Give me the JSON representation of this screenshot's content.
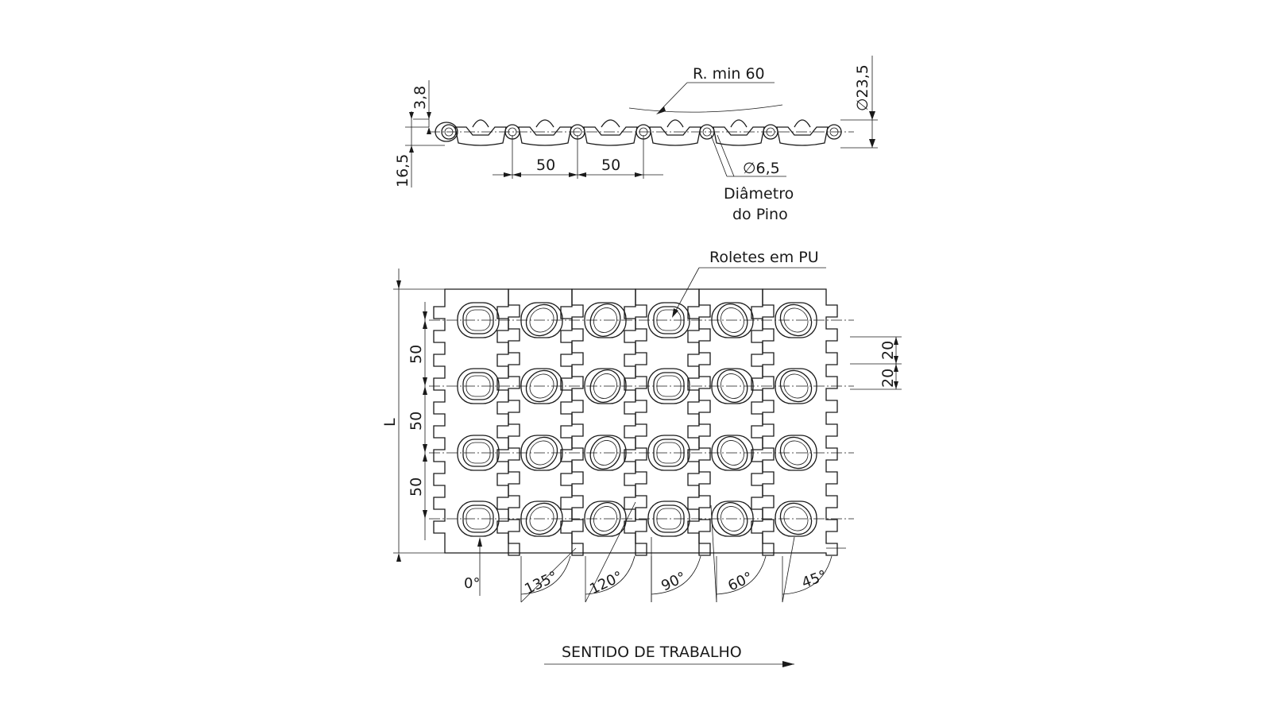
{
  "side_view": {
    "radius_label": "R. min 60",
    "outer_diameter_label": "∅23,5",
    "top_dim_label": "3,8",
    "height_dim_label": "16,5",
    "pitch_labels": [
      "50",
      "50"
    ],
    "pin_diameter_label": "∅6,5",
    "pin_caption_line1": "Diâmetro",
    "pin_caption_line2": "do Pino"
  },
  "top_view": {
    "rollers_label": "Roletes em PU",
    "length_label": "L",
    "row_pitch_labels": [
      "50",
      "50",
      "50"
    ],
    "right_dim_labels": [
      "20",
      "20"
    ],
    "angle_labels": [
      "0°",
      "135°",
      "120°",
      "90°",
      "60°",
      "45°"
    ],
    "direction_label": "SENTIDO DE TRABALHO"
  }
}
